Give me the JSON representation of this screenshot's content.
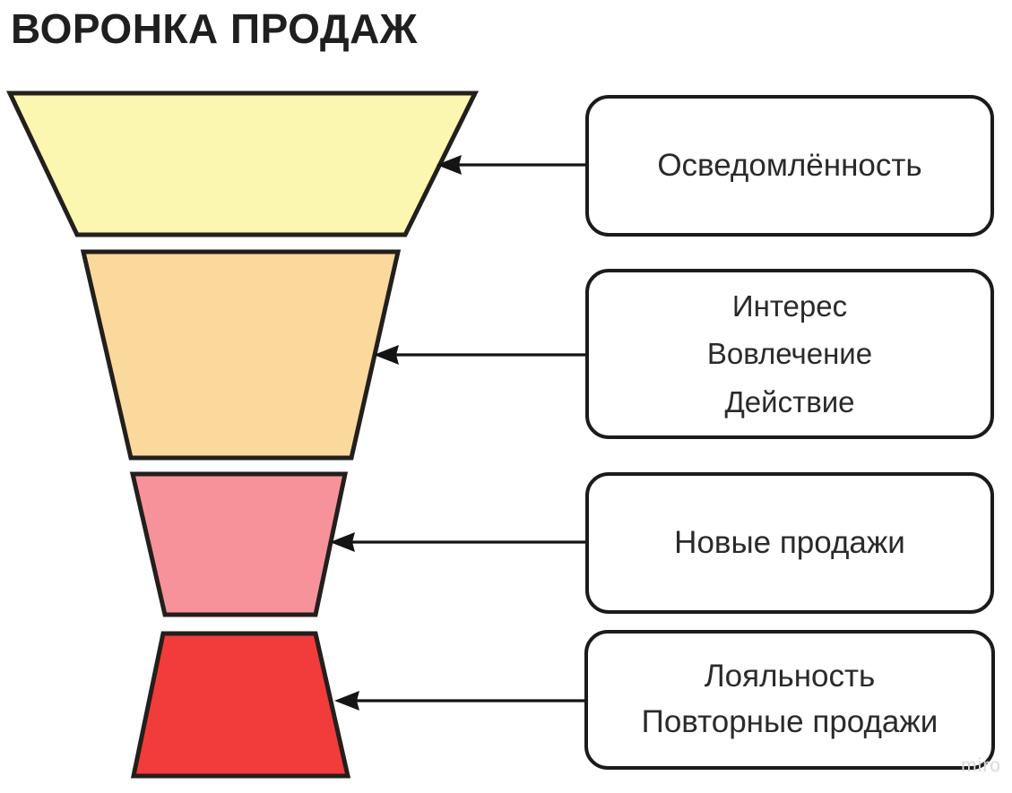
{
  "diagram": {
    "title": "ВОРОНКА ПРОДАЖ",
    "type": "funnel",
    "background_color": "#ffffff",
    "outline_color": "#231f1c",
    "watermark": "miro",
    "stages": [
      {
        "id": "awareness",
        "label_lines": [
          "Осведомлённость"
        ],
        "fill_color": "#FBF6B0",
        "color_name": "pale-yellow",
        "order": 1
      },
      {
        "id": "interest",
        "label_lines": [
          "Интерес",
          "Вовлечение",
          "Действие"
        ],
        "fill_color": "#FBD99C",
        "color_name": "peach-orange",
        "order": 2
      },
      {
        "id": "new-sales",
        "label_lines": [
          "Новые продажи"
        ],
        "fill_color": "#F7929A",
        "color_name": "salmon-pink",
        "order": 3
      },
      {
        "id": "loyalty",
        "label_lines": [
          "Лояльность",
          "Повторные продажи"
        ],
        "fill_color": "#F23B3B",
        "color_name": "bright-red",
        "order": 4
      }
    ]
  }
}
